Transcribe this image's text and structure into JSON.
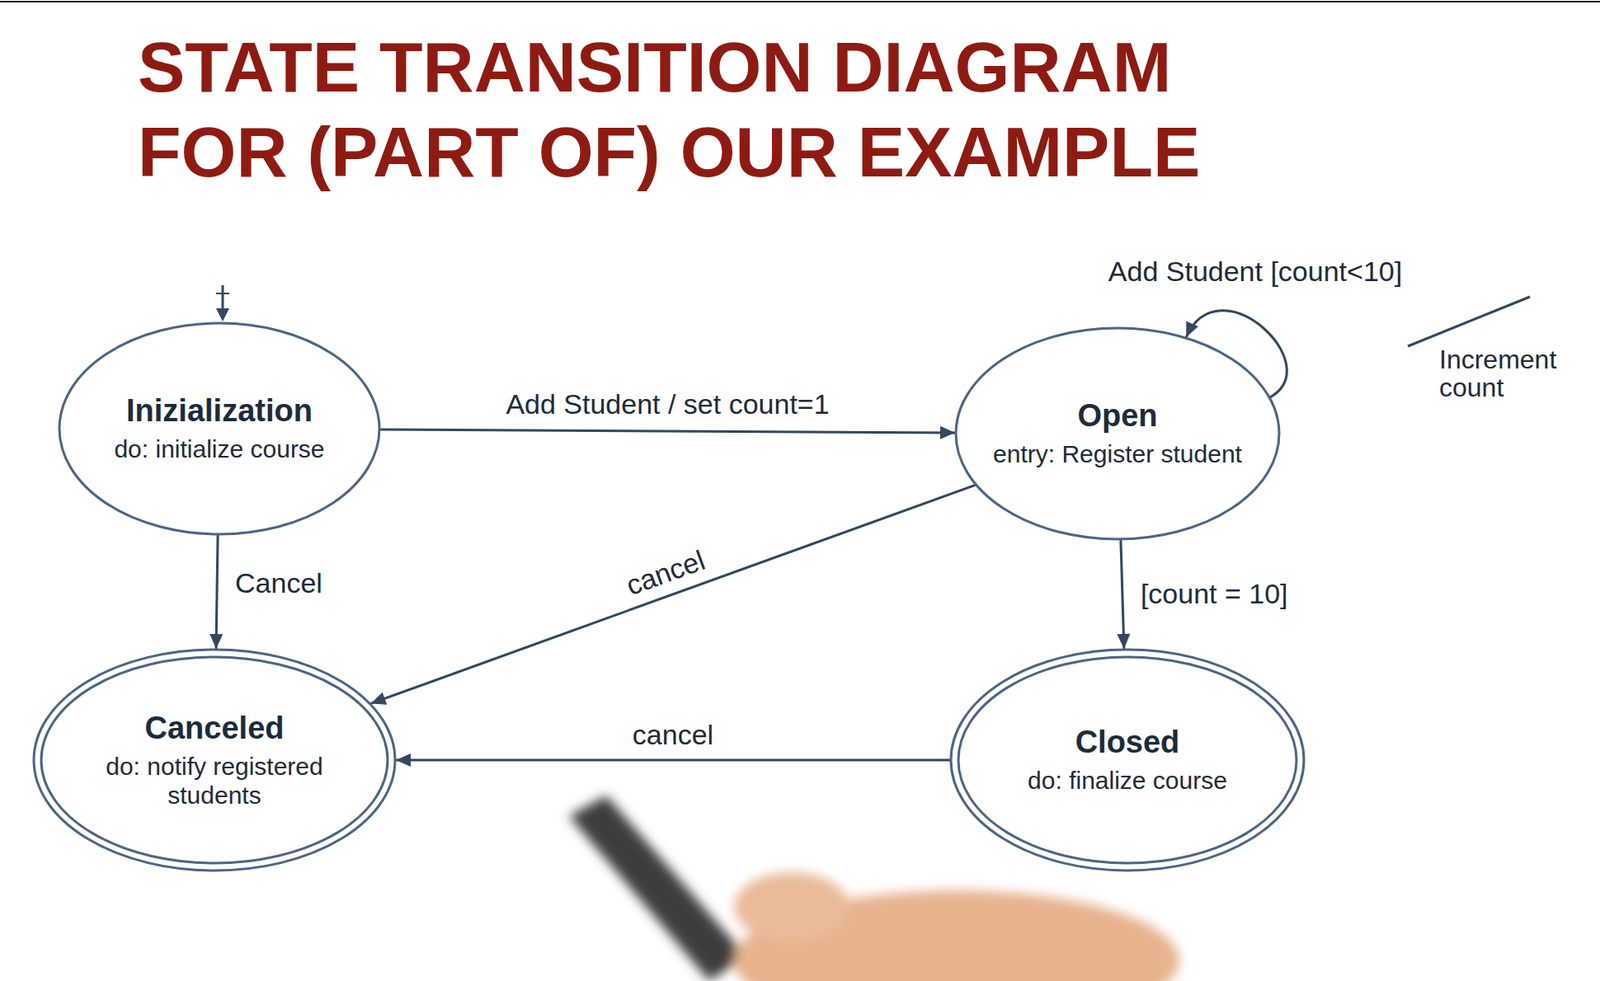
{
  "diagram": {
    "title": "STATE TRANSITION DIAGRAM FOR (PART OF) OUR EXAMPLE",
    "nodes": [
      {
        "text": [
          "Inizialization",
          "do: initialize course"
        ]
      },
      {
        "text": [
          "Open",
          "entry: Register student"
        ]
      },
      {
        "text": [
          "Canceled",
          "do: notify registered students"
        ]
      },
      {
        "text": [
          "Closed",
          "do: finalize course"
        ]
      }
    ],
    "edges": [
      {
        "from": 0,
        "to": 1,
        "arrow": "to",
        "label": "Add Student / set count=1"
      },
      {
        "from": 1,
        "to": 1,
        "arrow": "to",
        "label": "Add Student [count<10]"
      },
      {
        "from": 1,
        "to": 3,
        "arrow": "to",
        "label": "[count = 10]"
      },
      {
        "from": 0,
        "to": 2,
        "arrow": "to",
        "label": "Cancel"
      },
      {
        "from": 1,
        "to": 2,
        "arrow": "to",
        "label": "cancel"
      },
      {
        "from": 3,
        "to": 2,
        "arrow": "to",
        "label": "cancel"
      }
    ],
    "labels": [
      "Increment count"
    ]
  }
}
